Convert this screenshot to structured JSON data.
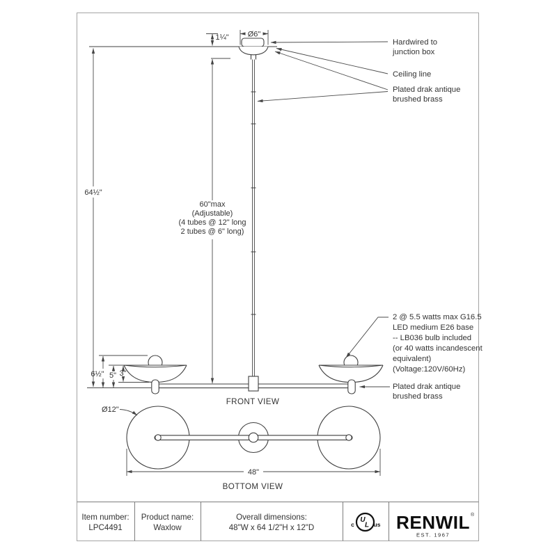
{
  "drawing": {
    "dims": {
      "canopy_dia": "Ø6\"",
      "canopy_height": "1¼\"",
      "overall_height": "64½\"",
      "adjustable": [
        "60\"max",
        "(Adjustable)",
        "(4 tubes @ 12\" long",
        "2 tubes @ 6\" long)"
      ],
      "lamp_total": "6½\"",
      "lamp_mid": "5\"",
      "shade_depth": "3\"",
      "shade_dia": "Ø12\"",
      "overall_width": "48\""
    },
    "labels": {
      "hardwired": [
        "Hardwired to",
        "junction box"
      ],
      "ceiling": "Ceiling line",
      "plated_top": [
        "Plated drak antique",
        "brushed brass"
      ],
      "bulb_spec": [
        "2 @ 5.5 watts max G16.5",
        "LED medium E26 base",
        "-- LB036 bulb included",
        "(or 40 watts incandescent",
        "equivalent)",
        "(Voltage:120V/60Hz)"
      ],
      "plated_bottom": [
        "Plated drak antique",
        "brushed brass"
      ]
    },
    "views": {
      "front": "FRONT VIEW",
      "bottom": "BOTTOM VIEW"
    }
  },
  "title_block": {
    "item_label": "Item number:",
    "item_value": "LPC4491",
    "product_label": "Product name:",
    "product_value": "Waxlow",
    "dims_label": "Overall dimensions:",
    "dims_value": "48\"W x 64 1/2\"H x 12\"D",
    "ul": {
      "c": "c",
      "u": "U",
      "l": "L",
      "us": "us"
    },
    "brand": {
      "name": "RENWIL",
      "reg": "®",
      "est": "EST. 1967"
    }
  },
  "colors": {
    "line": "#3f3f3f",
    "dimension": "#4a4a4a",
    "text": "#333333",
    "frame": "#a3a3a3",
    "table_border": "#7d7d7d",
    "background": "#ffffff"
  }
}
